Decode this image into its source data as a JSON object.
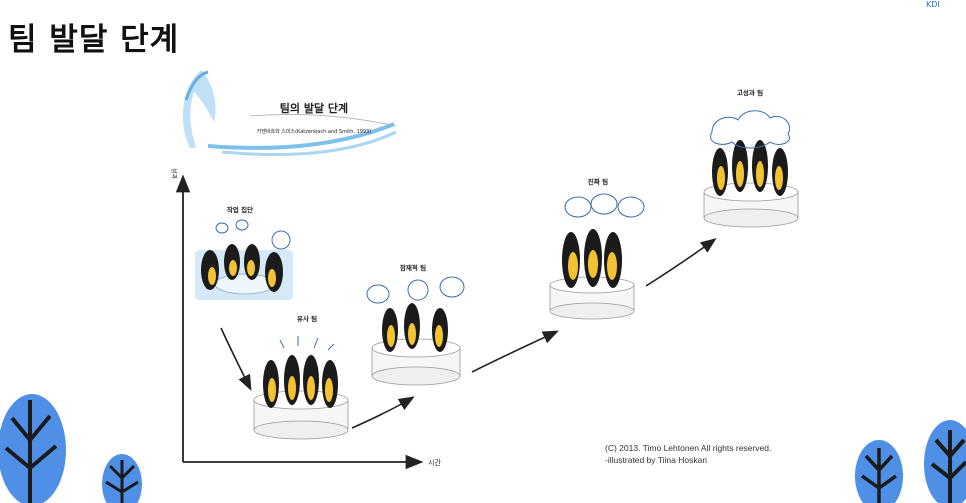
{
  "slide": {
    "title": "팀 발달 단계",
    "top_right_text": "KDI"
  },
  "diagram": {
    "header_title": "팀의 발달 단계",
    "header_subtitle": "카젠바흐와 스미스(Katzenbach and Smith, 1993)",
    "y_axis_label": "성과",
    "x_axis_label": "시간",
    "stages": [
      {
        "label": "작업 집단"
      },
      {
        "label": "유사 팀"
      },
      {
        "label": "잠재적 팀"
      },
      {
        "label": "진짜 팀"
      },
      {
        "label": "고성과 팀"
      }
    ]
  },
  "credit": {
    "line1": "(C) 2013. Timo Lehtonen All rights reserved.",
    "line2": "-illustrated by Tiina Hoskari"
  },
  "colors": {
    "accent_blue": "#5b9bd8",
    "tree_blue": "#4f8fe6",
    "penguin_yellow": "#f2c232",
    "penguin_black": "#1b1b1b"
  }
}
